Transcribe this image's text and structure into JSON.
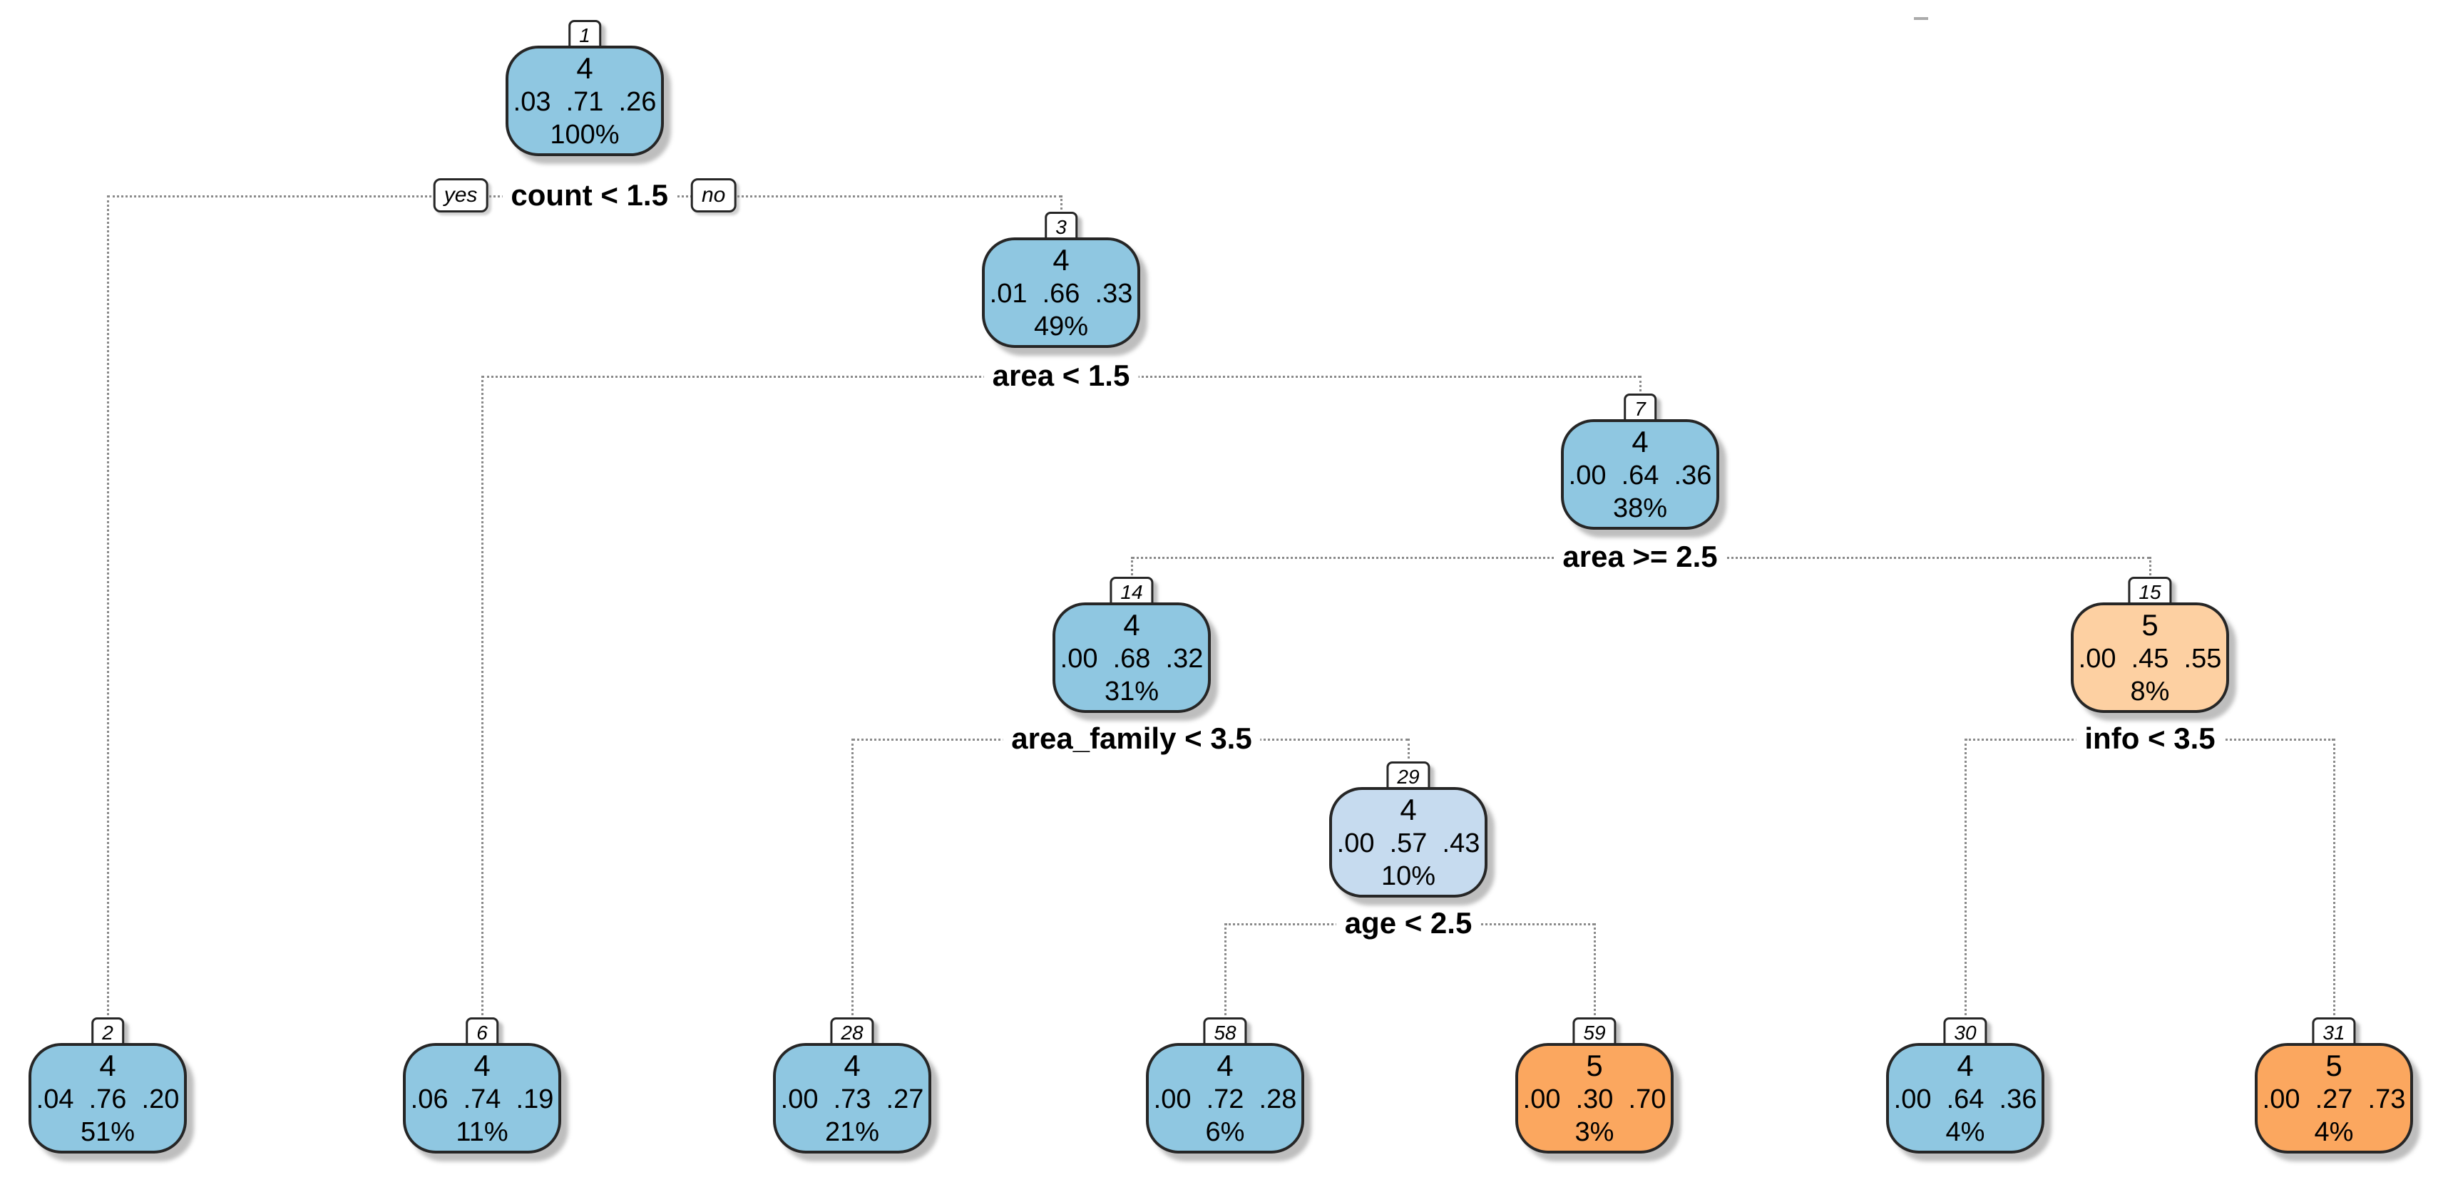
{
  "tree": {
    "kind": "classification decision tree plot",
    "branch_tags": {
      "yes": "yes",
      "no": "no"
    },
    "splits": [
      {
        "condition": "count < 1.5"
      },
      {
        "condition": "area < 1.5"
      },
      {
        "condition": "area >= 2.5"
      },
      {
        "condition": "area_family < 3.5"
      },
      {
        "condition": "info < 3.5"
      },
      {
        "condition": "age < 2.5"
      }
    ],
    "nodes": [
      {
        "id": "1",
        "class_label": "4",
        "probabilities": ".03  .71  .26",
        "coverage": "100%",
        "fill": "#8FC7E1"
      },
      {
        "id": "3",
        "class_label": "4",
        "probabilities": ".01  .66  .33",
        "coverage": "49%",
        "fill": "#8FC7E1"
      },
      {
        "id": "7",
        "class_label": "4",
        "probabilities": ".00  .64  .36",
        "coverage": "38%",
        "fill": "#8FC7E1"
      },
      {
        "id": "14",
        "class_label": "4",
        "probabilities": ".00  .68  .32",
        "coverage": "31%",
        "fill": "#8FC7E1"
      },
      {
        "id": "15",
        "class_label": "5",
        "probabilities": ".00  .45  .55",
        "coverage": "8%",
        "fill": "#FDD0A2"
      },
      {
        "id": "29",
        "class_label": "4",
        "probabilities": ".00  .57  .43",
        "coverage": "10%",
        "fill": "#C6DBEF"
      },
      {
        "id": "2",
        "class_label": "4",
        "probabilities": ".04  .76  .20",
        "coverage": "51%",
        "fill": "#8FC7E1"
      },
      {
        "id": "6",
        "class_label": "4",
        "probabilities": ".06  .74  .19",
        "coverage": "11%",
        "fill": "#8FC7E1"
      },
      {
        "id": "28",
        "class_label": "4",
        "probabilities": ".00  .73  .27",
        "coverage": "21%",
        "fill": "#8FC7E1"
      },
      {
        "id": "58",
        "class_label": "4",
        "probabilities": ".00  .72  .28",
        "coverage": "6%",
        "fill": "#8FC7E1"
      },
      {
        "id": "59",
        "class_label": "5",
        "probabilities": ".00  .30  .70",
        "coverage": "3%",
        "fill": "#FBA75F"
      },
      {
        "id": "30",
        "class_label": "4",
        "probabilities": ".00  .64  .36",
        "coverage": "4%",
        "fill": "#8FC7E1"
      },
      {
        "id": "31",
        "class_label": "5",
        "probabilities": ".00  .27  .73",
        "coverage": "4%",
        "fill": "#FBA75F"
      }
    ],
    "palette": {
      "class4_blue": "#8FC7E1",
      "class4_light_blue": "#C6DBEF",
      "class5_peach": "#FDD0A2",
      "class5_orange": "#FBA75F",
      "node_border": "#262626",
      "branch_line": "#8A8A8A"
    }
  }
}
